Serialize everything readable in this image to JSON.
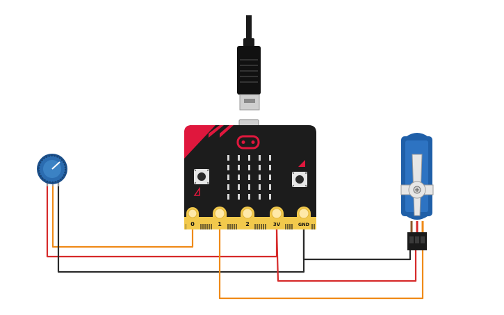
{
  "board": {
    "name_icon": "microbit-board",
    "pins": [
      {
        "label": "0"
      },
      {
        "label": "1"
      },
      {
        "label": "2"
      },
      {
        "label": "3V"
      },
      {
        "label": "GND"
      }
    ],
    "colors": {
      "body": "#1c1c1c",
      "accent": "#e0173d",
      "gold": "#f2c94c",
      "led": "#d9d9d9"
    }
  },
  "usb_cable": {
    "icon": "usb-cable-icon"
  },
  "potentiometer": {
    "icon": "potentiometer-icon",
    "colors": {
      "knob": "#2b6cb0"
    }
  },
  "servo": {
    "icon": "servo-motor-icon",
    "colors": {
      "body": "#1f5fa8",
      "horn": "#e6e6e6"
    }
  },
  "wires": {
    "colors": {
      "orange": "#ef8a17",
      "red": "#d62a2a",
      "black": "#2a2a2a"
    }
  }
}
